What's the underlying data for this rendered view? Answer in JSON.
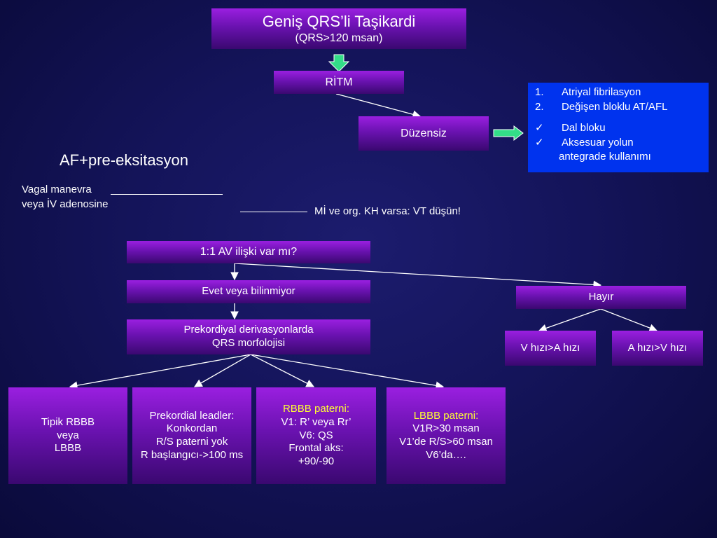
{
  "title": {
    "line1": "Geniş QRS’li Taşikardi",
    "line2": "(QRS>120 msan)"
  },
  "ritm": "RİTM",
  "irregular": "Düzensiz",
  "info_list": {
    "items": [
      {
        "marker": "1.",
        "text": "Atriyal fibrilasyon"
      },
      {
        "marker": "2.",
        "text": "Değişen bloklu AT/AFL"
      },
      {
        "marker": "✓",
        "text": "Dal bloku"
      },
      {
        "marker": "✓",
        "text": "Aksesuar yolun"
      }
    ],
    "continuation": "antegrade kullanımı"
  },
  "af_pre": "AF+pre-eksitasyon",
  "vagal": {
    "line1": "Vagal manevra",
    "line2": "veya İV adenosine"
  },
  "mi_note": "Mİ ve org. KH varsa: VT düşün!",
  "av_question": "1:1 AV ilişki var mı?",
  "yes_unknown": "Evet veya bilinmiyor",
  "no": "Hayır",
  "v_gt_a": "V hızı>A hızı",
  "a_gt_v": "A hızı>V hızı",
  "precordial": {
    "line1": "Prekordiyal derivasyonlarda",
    "line2": "QRS morfolojisi"
  },
  "typical": {
    "line1": "Tipik RBBB",
    "line2": "veya",
    "line3": "LBBB"
  },
  "concordant": {
    "line1": "Prekordial leadler:",
    "line2": "Konkordan",
    "line3": "R/S paterni yok",
    "line4": "R başlangıcı->100 ms"
  },
  "rbbb": {
    "heading": "RBBB paterni:",
    "line1": "V1: R’ veya Rr’",
    "line2": "V6: QS",
    "line3": "Frontal aks:",
    "line4": "+90/-90"
  },
  "lbbb": {
    "heading": "LBBB paterni:",
    "line1": "V1R>30 msan",
    "line2": "V1’de R/S>60 msan",
    "line3": "V6’da…."
  },
  "colors": {
    "box_top": "#9a1fe0",
    "box_bottom": "#3a0870",
    "info_bg": "#0033ee",
    "green_arrow": "#33dd88",
    "highlight": "#ffff33"
  }
}
